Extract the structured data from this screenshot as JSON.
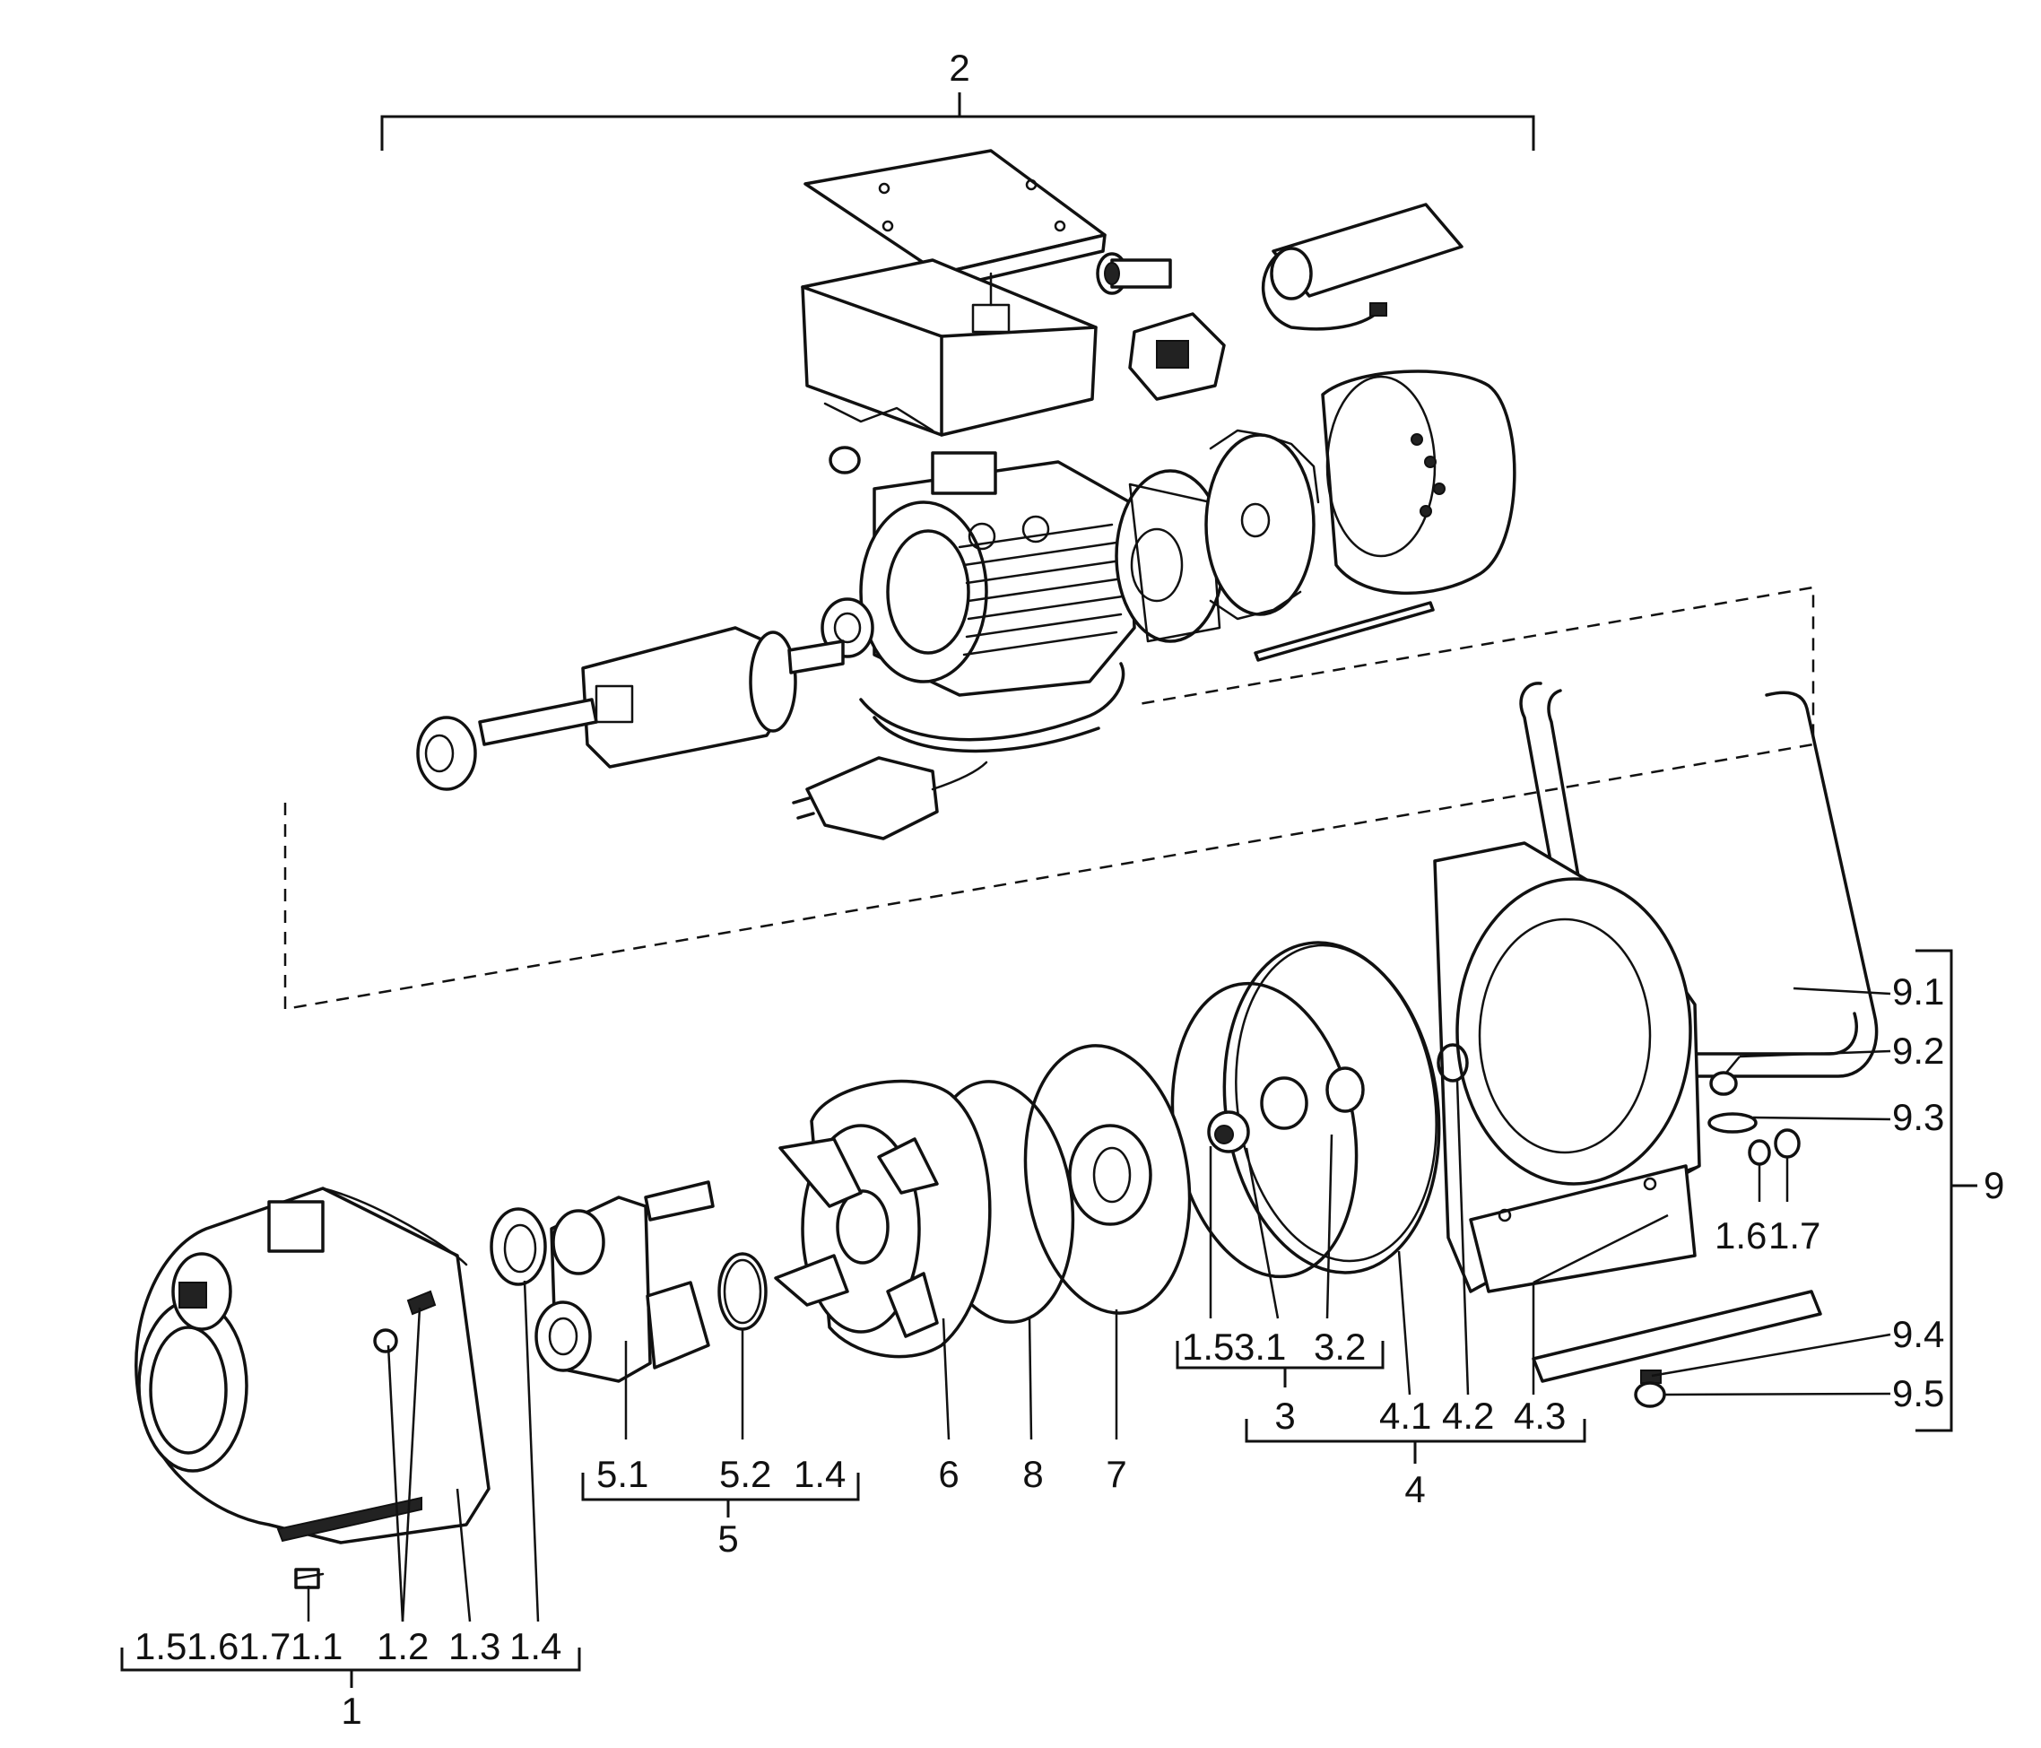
{
  "labels": {
    "n2": "2",
    "n1": "1",
    "n1_5a": "1.5",
    "n1_6a": "1.6",
    "n1_7a": "1.7",
    "n1_1": "1.1",
    "n1_2": "1.2",
    "n1_3": "1.3",
    "n1_4a": "1.4",
    "n5_1": "5.1",
    "n5_2": "5.2",
    "n1_4b": "1.4",
    "n5": "5",
    "n6": "6",
    "n8": "8",
    "n7": "7",
    "n1_5b": "1.5",
    "n3_1": "3.1",
    "n3_2": "3.2",
    "n3": "3",
    "n4_1": "4.1",
    "n4_2": "4.2",
    "n4_3": "4.3",
    "n4": "4",
    "n9_1": "9.1",
    "n9_2": "9.2",
    "n9_3": "9.3",
    "n9": "9",
    "n1_6b": "1.6",
    "n1_7b": "1.7",
    "n9_4": "9.4",
    "n9_5": "9.5"
  }
}
